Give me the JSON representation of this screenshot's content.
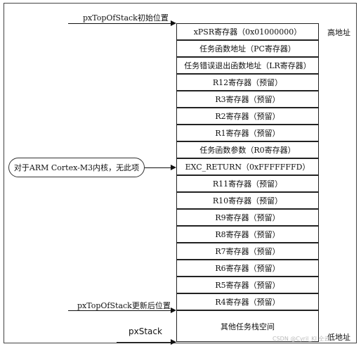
{
  "stack_cells": [
    "xPSR寄存器（0x01000000）",
    "任务函数地址（PC寄存器）",
    "任务错误退出函数地址（LR寄存器）",
    "R12寄存器（预留）",
    "R3寄存器（预留）",
    "R2寄存器（预留）",
    "R1寄存器（预留）",
    "任务函数参数（R0寄存器）",
    "EXC_RETURN（0xFFFFFFFD）",
    "R11寄存器（预留）",
    "R10寄存器（预留）",
    "R9寄存器（预留）",
    "R8寄存器（预留）",
    "R7寄存器（预留）",
    "R6寄存器（预留）",
    "R5寄存器（预留）",
    "R4寄存器（预留）"
  ],
  "bottom_cell": "其他任务栈空间",
  "high_address": "高地址",
  "low_address": "低地址",
  "pointers": {
    "initial": "pxTopOfStack初始位置",
    "updated": "pxTopOfStack更新后位置",
    "base": "pxStack"
  },
  "note": "对于ARM Cortex-M3内核，无此项",
  "watermark": "CSDN @Cyril_KI 仝云"
}
